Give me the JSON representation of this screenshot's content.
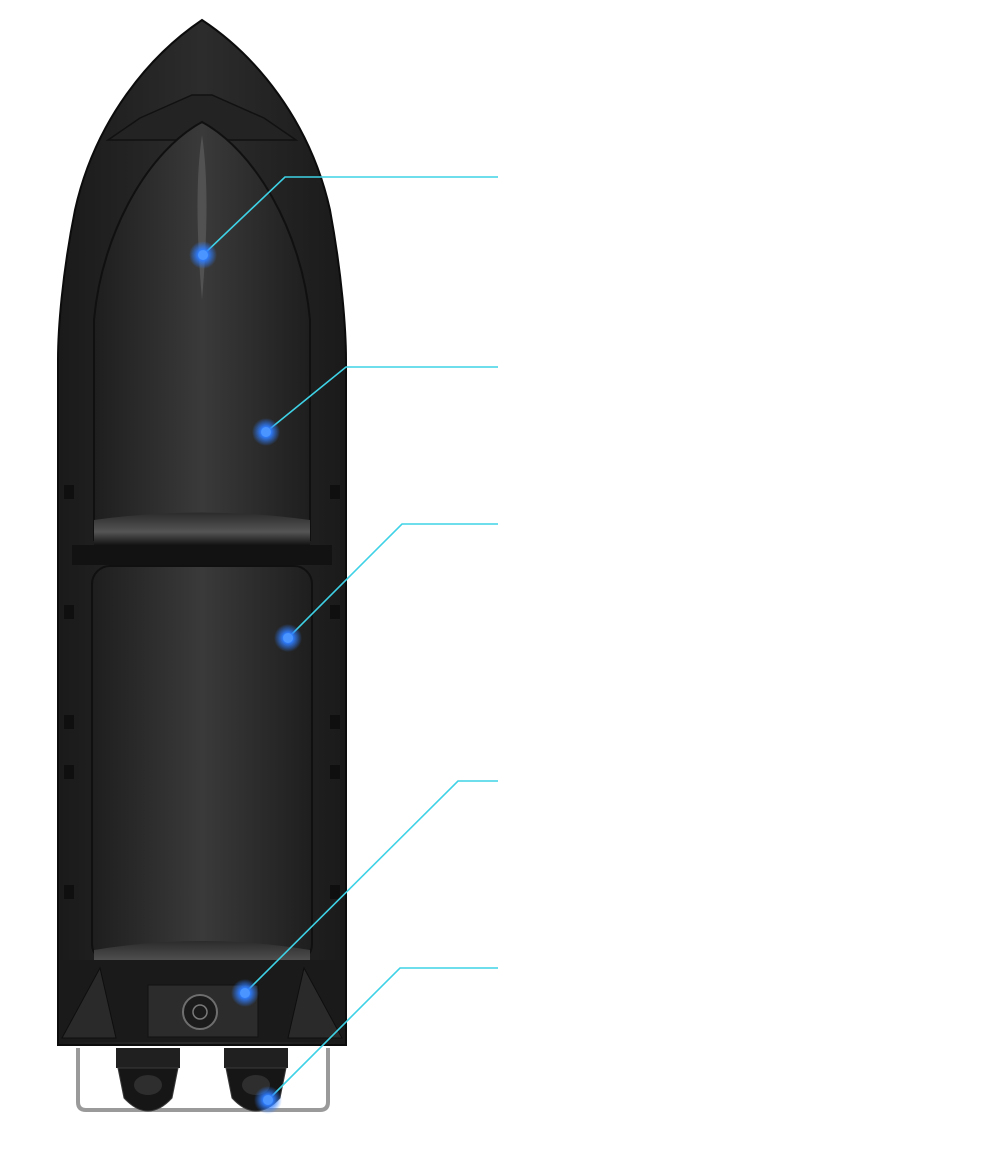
{
  "colors": {
    "hull_dark": "#1c1c1c",
    "hull_mid": "#2e2e2e",
    "hull_light": "#4a4a4a",
    "leader_line": "#3fd2e6",
    "hotspot": "#2f7dff",
    "rail": "#9a9a9a"
  },
  "icons": {
    "hotspot": "glowing-dot-icon",
    "engine": "outboard-engine-icon"
  },
  "hotspots": [
    {
      "name": "hotspot-bow-compartment"
    },
    {
      "name": "hotspot-forward-cockpit"
    },
    {
      "name": "hotspot-aft-cockpit"
    },
    {
      "name": "hotspot-transom-console"
    },
    {
      "name": "hotspot-outboard-engines"
    }
  ]
}
